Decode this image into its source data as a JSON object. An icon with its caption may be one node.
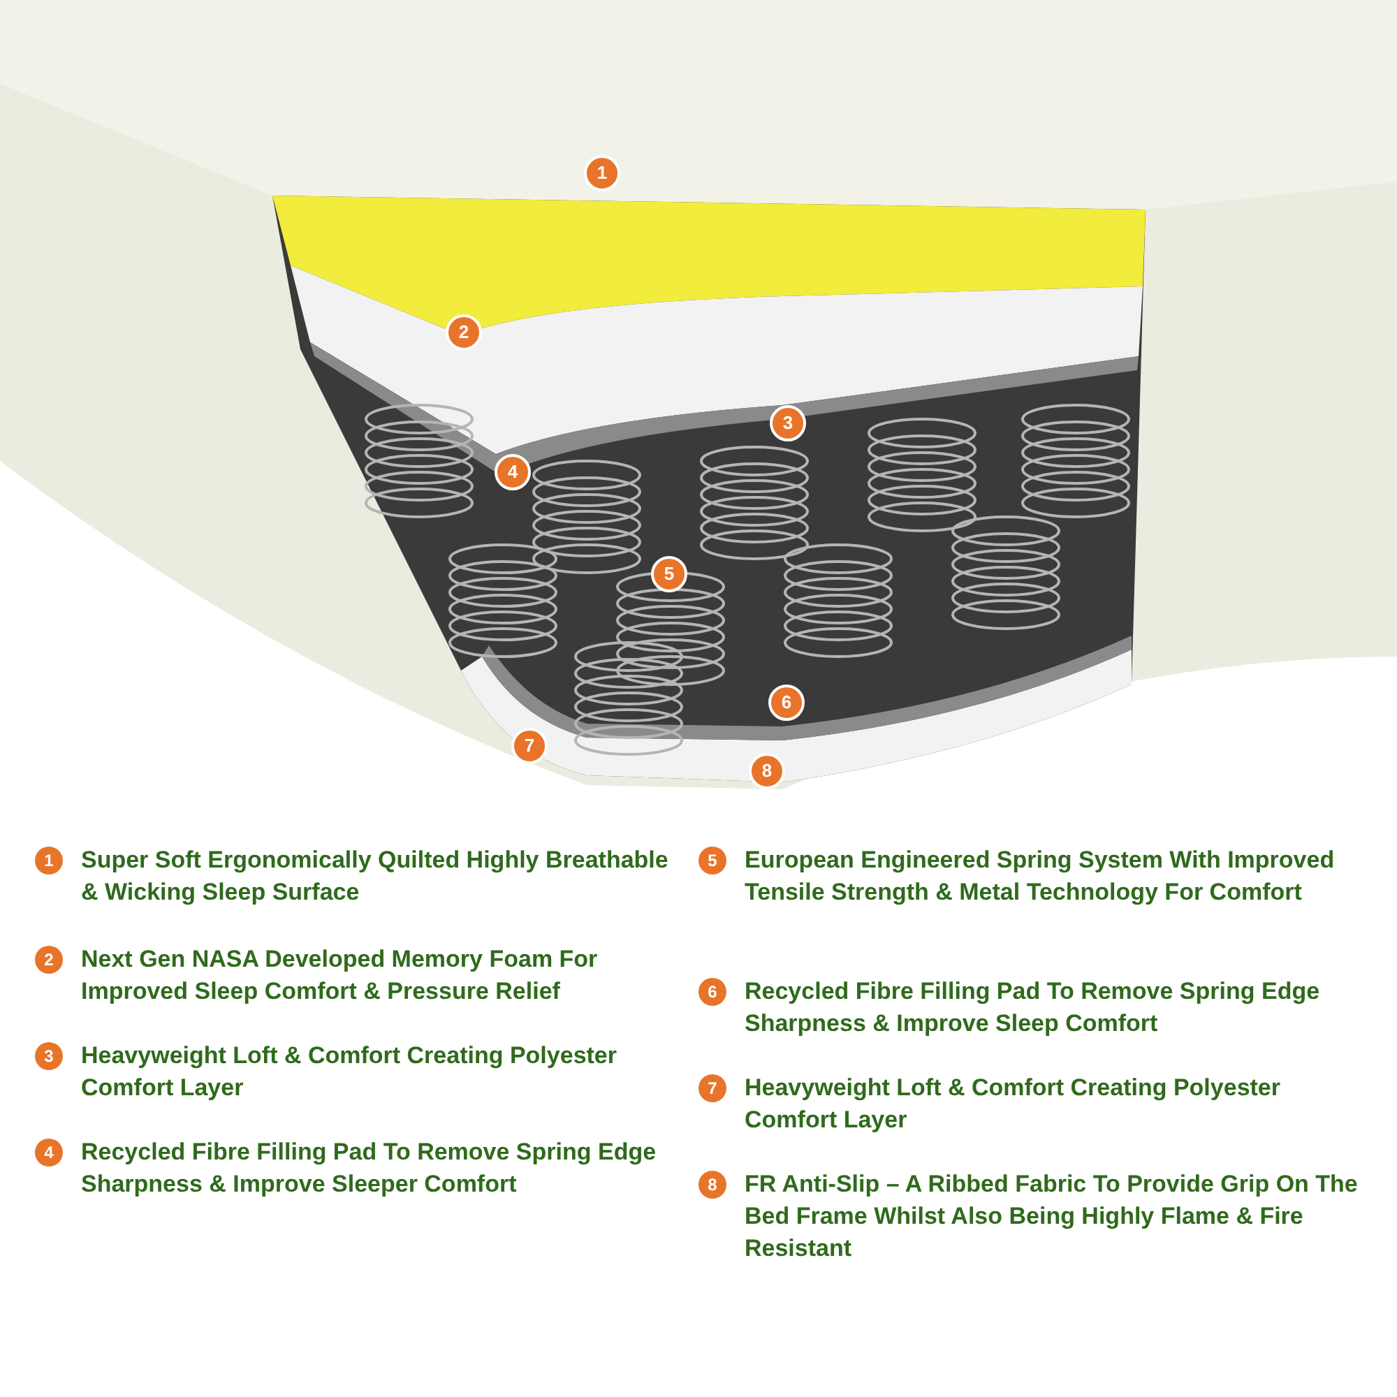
{
  "diagram": {
    "labels": [
      "1",
      "2",
      "3",
      "4",
      "5",
      "6",
      "7",
      "8",
      "1",
      "Super Soft Ergonomically Quilted Highly Breathable & Wicking Sleep Surface",
      "2",
      "Next Gen NASA Developed Memory Foam For Improved Sleep Comfort & Pressure Relief",
      "3",
      "Heavyweight Loft & Comfort Creating Polyester Comfort Layer",
      "4",
      "Recycled Fibre Filling Pad To Remove Spring Edge Sharpness & Improve Sleeper Comfort",
      "5",
      "European Engineered Spring System With Improved Tensile Strength & Metal Technology For Comfort",
      "6",
      "Recycled Fibre Filling Pad To Remove Spring Edge Sharpness & Improve Sleep Comfort",
      "7",
      "Heavyweight Loft & Comfort Creating Polyester Comfort Layer",
      "8",
      "FR Anti-Slip – A Ribbed Fabric To Provide Grip On The Bed Frame Whilst Also Being Highly Flame & Fire Resistant"
    ]
  }
}
